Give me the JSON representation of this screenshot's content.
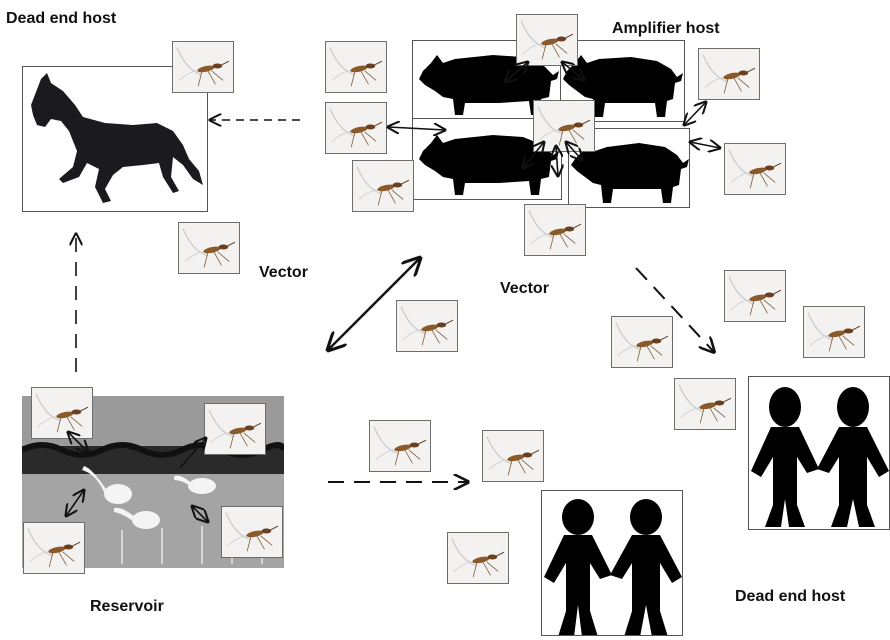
{
  "labels": {
    "dead_end_host_top": "Dead end host",
    "amplifier_host": "Amplifier host",
    "vector_left": "Vector",
    "vector_center": "Vector",
    "reservoir": "Reservoir",
    "dead_end_host_bottom": "Dead end host"
  },
  "icons": {
    "mosquito": "mosquito-icon",
    "horse": "horse-silhouette",
    "pig": "pig-silhouette",
    "people": "paper-people-silhouette",
    "egret": "egret-bird"
  },
  "colors": {
    "silhouette": "#000000",
    "horse": "#1b1b1f",
    "mosquito_body": "#8a5a2b",
    "panel_border": "#555555",
    "arrow": "#111111",
    "reservoir_bg": "#8c8c8c"
  }
}
